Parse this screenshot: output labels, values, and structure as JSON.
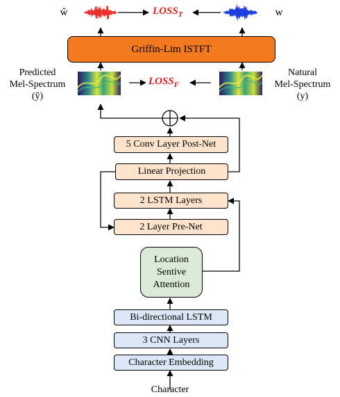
{
  "input": {
    "label": "Character"
  },
  "encoder": {
    "embedding": "Character Embedding",
    "cnn": "3 CNN Layers",
    "bilstm": "Bi-directional LSTM"
  },
  "attention": {
    "lines": [
      "Location",
      "Sentive",
      "Attention"
    ]
  },
  "decoder": {
    "prenet": "2 Layer Pre-Net",
    "lstm": "2 LSTM Layers",
    "linear": "Linear Projection",
    "postnet": "5 Conv Layer Post-Net"
  },
  "spectrum": {
    "predicted": [
      "Predicted",
      "Mel-Spectrum",
      "(ŷ)"
    ],
    "natural": [
      "Natural",
      "Mel-Spectrum",
      "(y)"
    ]
  },
  "loss_f": {
    "main": "LOSS",
    "sub": "F"
  },
  "loss_t": {
    "main": "LOSS",
    "sub": "T"
  },
  "istft": {
    "label": "Griffin-Lim ISTFT"
  },
  "wave": {
    "predicted": "ŵ",
    "natural": "w"
  },
  "colors": {
    "orange_box": "#fde3cc",
    "blue_box": "#dbe7f7",
    "green_box": "#dbead6",
    "istft": "#f47a1f",
    "loss": "#e11b1b",
    "predicted_wave": "#e8322b",
    "natural_wave": "#1e3fe0"
  }
}
